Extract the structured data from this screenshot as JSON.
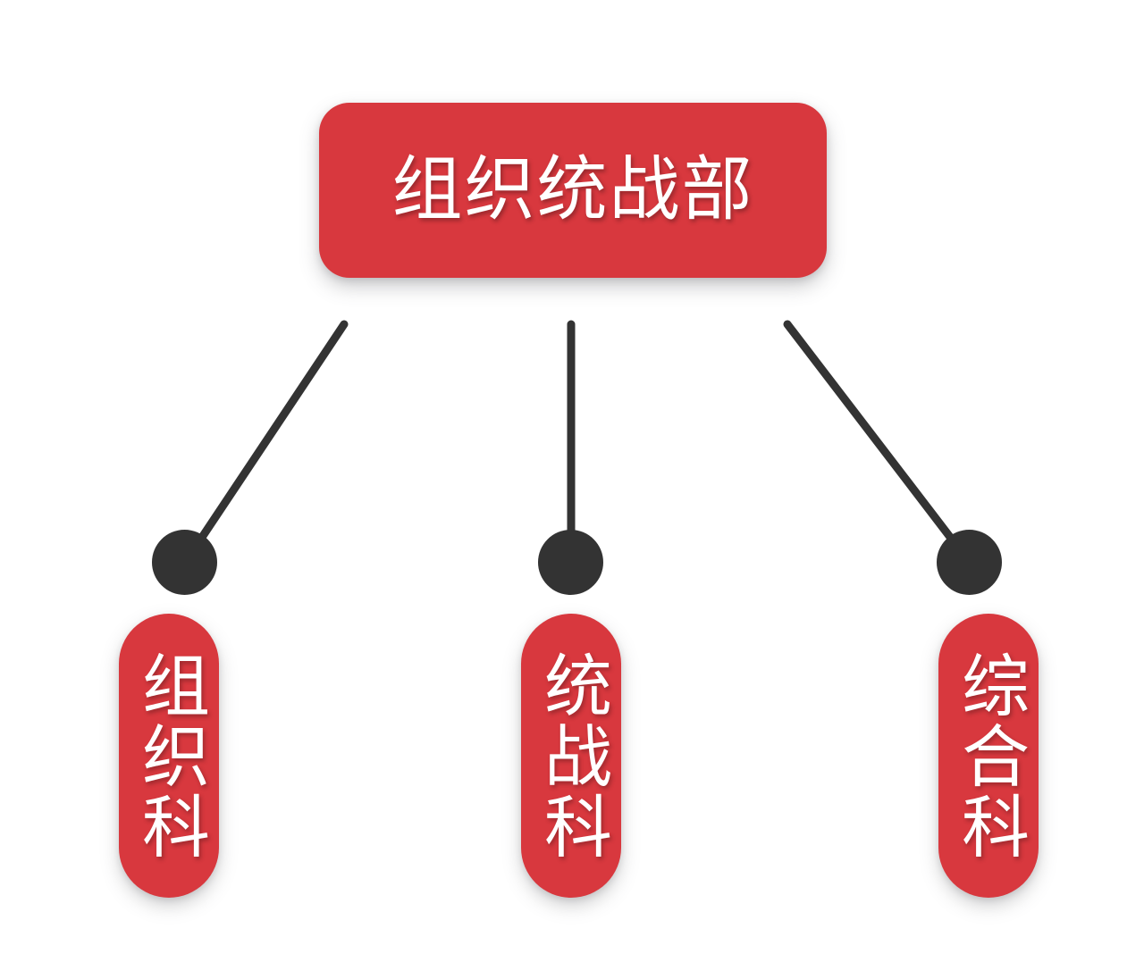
{
  "diagram": {
    "type": "org-chart",
    "title": "组织统战部",
    "background_color": "#ffffff",
    "node_color": "#d8383e",
    "node_text_color": "#ffffff",
    "connector_color": "#333333",
    "root": {
      "label": "组织统战部"
    },
    "children": [
      {
        "label": "组织科"
      },
      {
        "label": "统战科"
      },
      {
        "label": "综合科"
      }
    ]
  }
}
